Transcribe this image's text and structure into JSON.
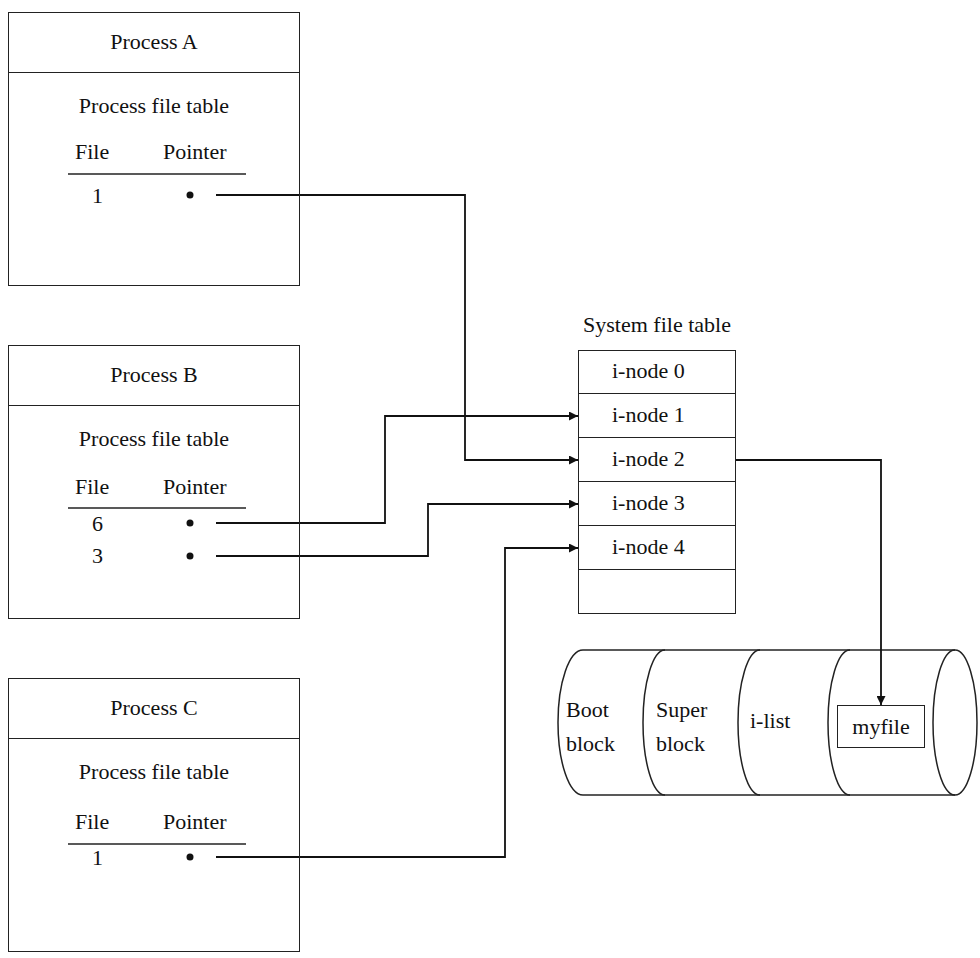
{
  "diagram": {
    "nodes": [
      {
        "text": [
          "Process A",
          "Process file table"
        ]
      },
      {
        "text": [
          "Process B",
          "Process file table"
        ]
      },
      {
        "text": [
          "Process C",
          "Process file table"
        ]
      },
      {
        "text": [
          "System file table"
        ]
      },
      {
        "text": [
          "i-node 0"
        ],
        "in": 3
      },
      {
        "text": [
          "i-node 1"
        ],
        "in": 3
      },
      {
        "text": [
          "i-node 2"
        ],
        "in": 3
      },
      {
        "text": [
          "i-node 3"
        ],
        "in": 3
      },
      {
        "text": [
          "i-node 4"
        ],
        "in": 3
      },
      {
        "text": [
          "Boot block"
        ]
      },
      {
        "text": [
          "Super block"
        ]
      },
      {
        "text": [
          "i-list"
        ]
      },
      {
        "text": [
          "myfile"
        ]
      }
    ],
    "edges": [
      {
        "from": 0,
        "to": 6,
        "arrow": "to"
      },
      {
        "from": 1,
        "to": 5,
        "arrow": "to"
      },
      {
        "from": 1,
        "to": 7,
        "arrow": "to"
      },
      {
        "from": 2,
        "to": 8,
        "arrow": "to"
      },
      {
        "from": 6,
        "to": 12,
        "arrow": "to"
      }
    ],
    "labels": [
      "File",
      "Pointer",
      "1",
      "File",
      "Pointer",
      "6",
      "3",
      "File",
      "Pointer",
      "1"
    ]
  }
}
